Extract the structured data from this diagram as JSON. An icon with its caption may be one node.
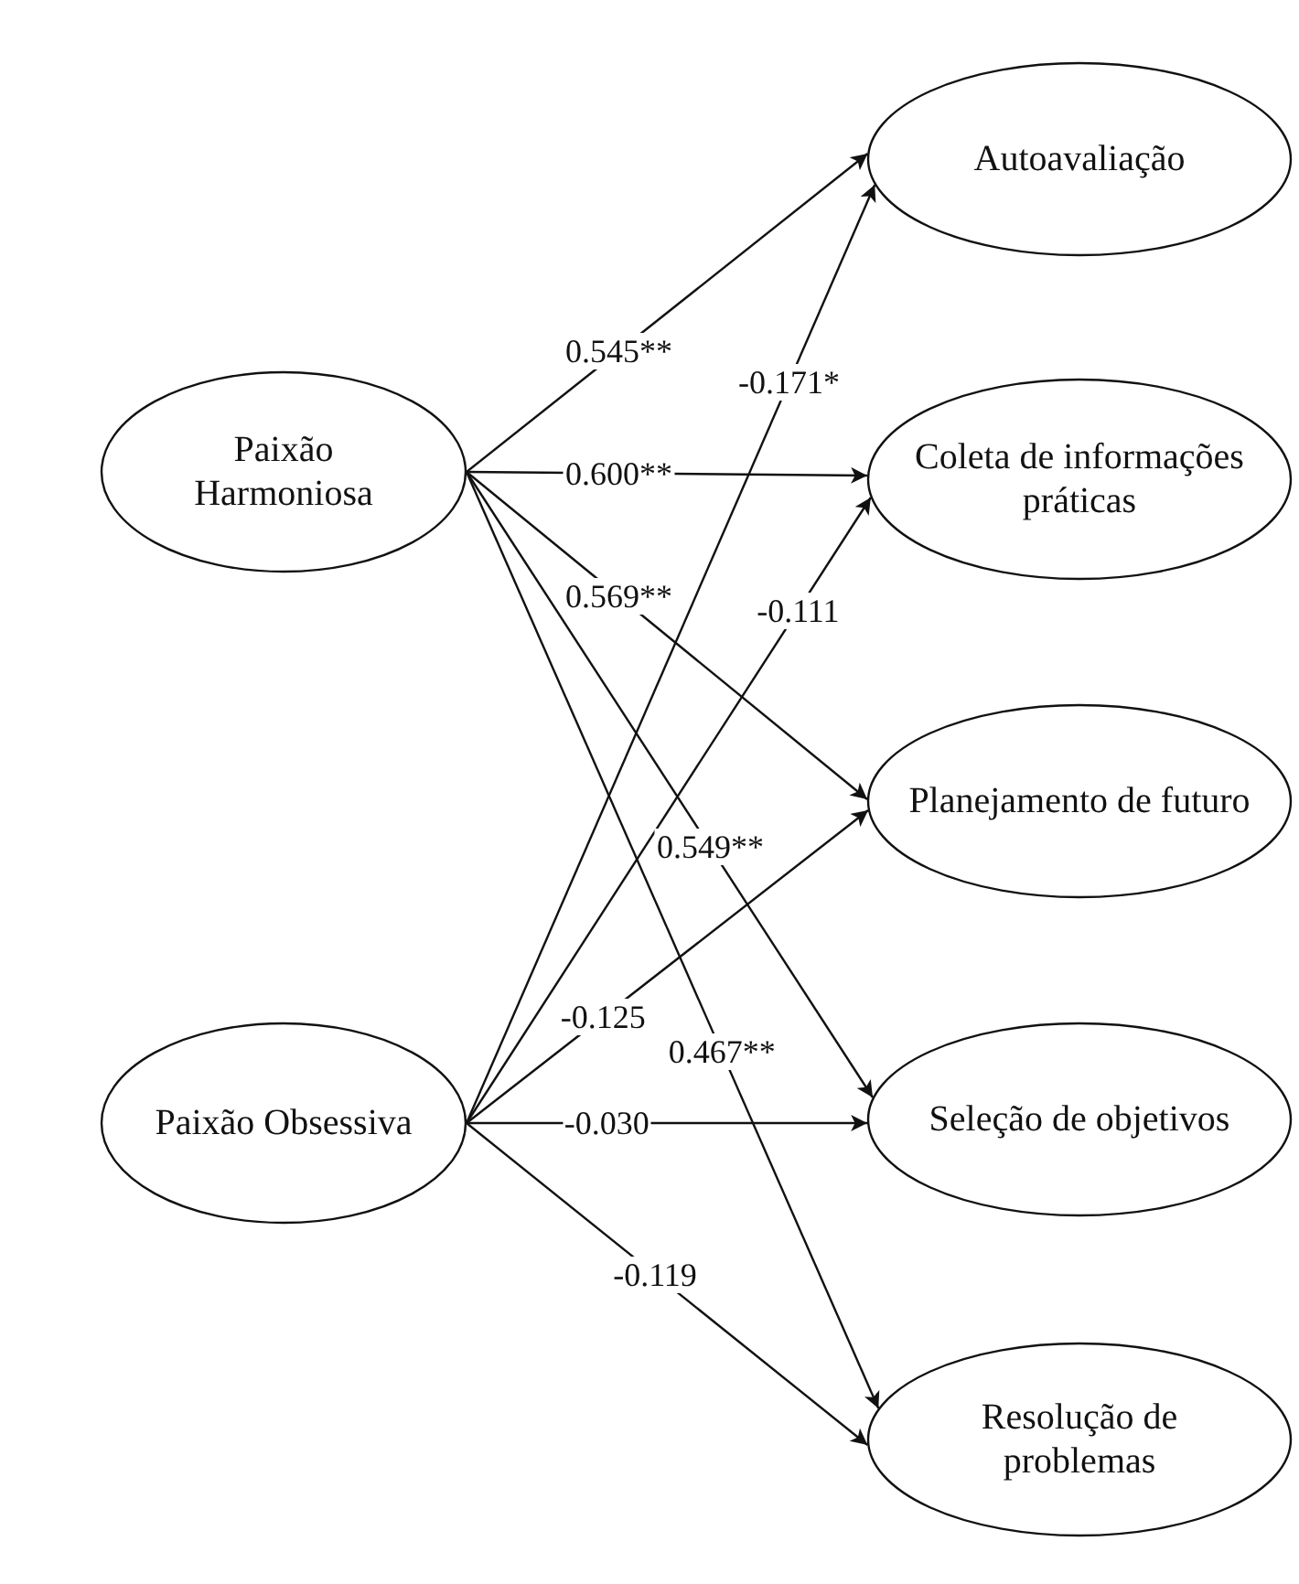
{
  "diagram": {
    "nodes": [
      {
        "text": [
          "Paixão Harmoniosa"
        ]
      },
      {
        "text": [
          "Paixão Obsessiva"
        ]
      },
      {
        "text": [
          "Autoavaliação"
        ]
      },
      {
        "text": [
          "Coleta de informações práticas"
        ]
      },
      {
        "text": [
          "Planejamento de futuro"
        ]
      },
      {
        "text": [
          "Seleção de objetivos"
        ]
      },
      {
        "text": [
          "Resolução de problemas"
        ]
      }
    ],
    "edges": [
      {
        "from": 0,
        "to": 2,
        "arrow": "to",
        "label": "0.545**"
      },
      {
        "from": 1,
        "to": 2,
        "arrow": "to",
        "label": "-0.171*"
      },
      {
        "from": 0,
        "to": 3,
        "arrow": "to",
        "label": "0.600**"
      },
      {
        "from": 1,
        "to": 3,
        "arrow": "to",
        "label": "-0.111"
      },
      {
        "from": 0,
        "to": 4,
        "arrow": "to",
        "label": "0.569**"
      },
      {
        "from": 0,
        "to": 5,
        "arrow": "to",
        "label": "0.549**"
      },
      {
        "from": 1,
        "to": 4,
        "arrow": "to",
        "label": "-0.125"
      },
      {
        "from": 0,
        "to": 6,
        "arrow": "to",
        "label": "0.467**"
      },
      {
        "from": 1,
        "to": 5,
        "arrow": "to",
        "label": "-0.030"
      },
      {
        "from": 1,
        "to": 6,
        "arrow": "to",
        "label": "-0.119"
      }
    ]
  }
}
